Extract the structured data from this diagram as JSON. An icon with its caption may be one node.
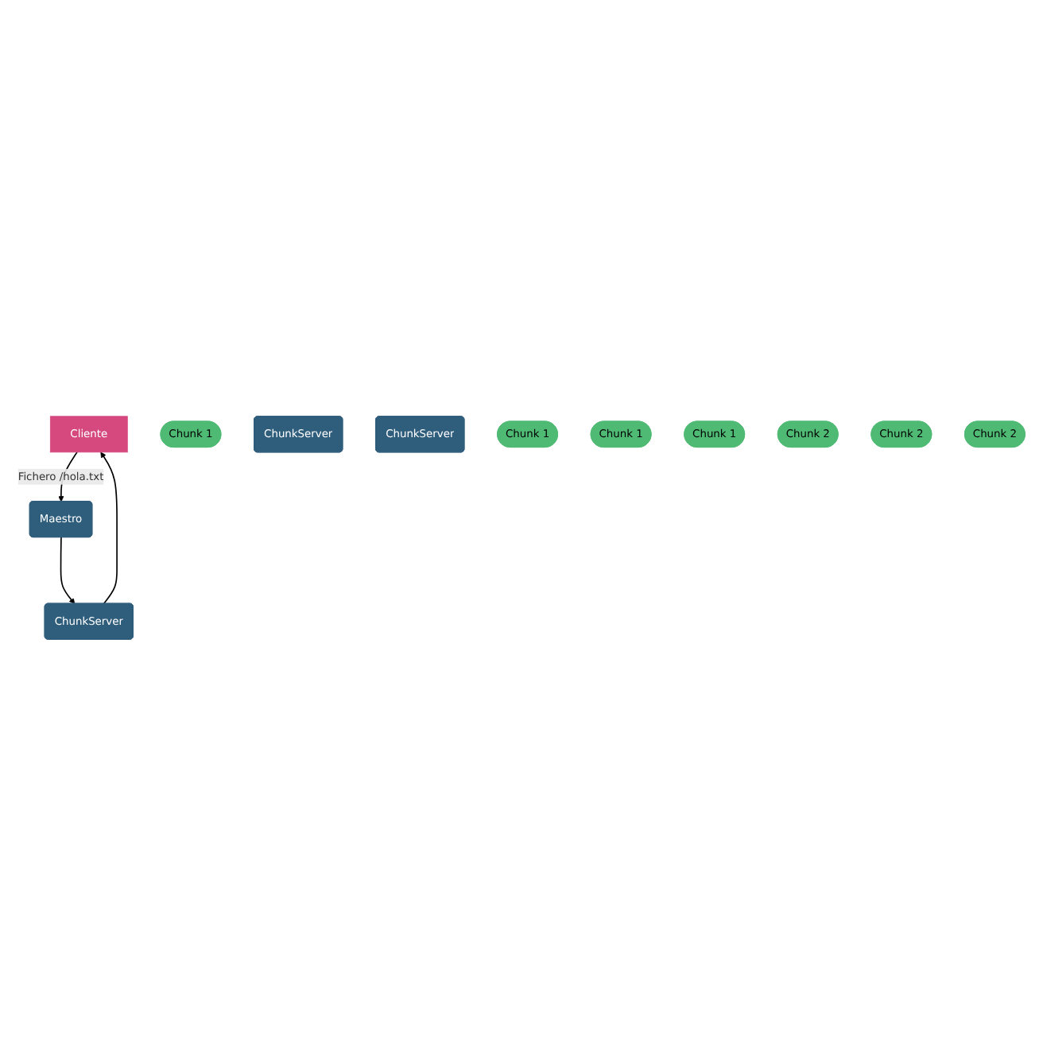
{
  "diagram": {
    "nodes": [
      {
        "text": [
          "Cliente"
        ]
      },
      {
        "text": [
          "Chunk 1"
        ]
      },
      {
        "text": [
          "Maestro"
        ]
      },
      {
        "text": [
          "ChunkServer"
        ]
      },
      {
        "text": [
          "ChunkServer"
        ]
      },
      {
        "text": [
          "ChunkServer"
        ]
      },
      {
        "text": [
          "Chunk 1"
        ]
      },
      {
        "text": [
          "Chunk 1"
        ]
      },
      {
        "text": [
          "Chunk 1"
        ]
      },
      {
        "text": [
          "Chunk 2"
        ]
      },
      {
        "text": [
          "Chunk 2"
        ]
      },
      {
        "text": [
          "Chunk 2"
        ]
      }
    ],
    "edges": [
      {
        "from": 0,
        "to": 2,
        "arrow": "to",
        "label": "Fichero /hola.txt"
      },
      {
        "from": 2,
        "to": 4,
        "arrow": "to"
      },
      {
        "from": 4,
        "to": 0,
        "arrow": "to"
      }
    ]
  }
}
